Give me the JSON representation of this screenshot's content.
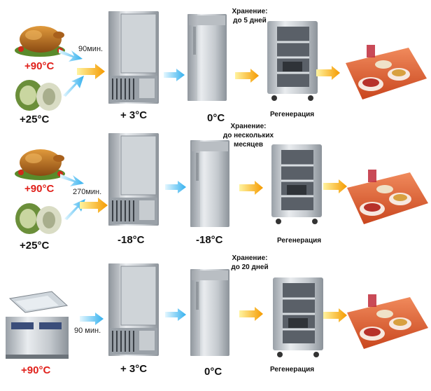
{
  "rows": [
    {
      "hot_temp": "+90°C",
      "ambient_temp": "+25°C",
      "time": "90мин.",
      "chiller_temp": "+ 3°C",
      "storage_temp": "0°C",
      "storage_note_1": "Хранение:",
      "storage_note_2": "до 5 дней",
      "storage_note_3": "",
      "regen_label": "Регенерация"
    },
    {
      "hot_temp": "+90°C",
      "ambient_temp": "+25°C",
      "time": "270мин.",
      "chiller_temp": "-18°C",
      "storage_temp": "-18°C",
      "storage_note_1": "Хранение:",
      "storage_note_2": "до нескольких",
      "storage_note_3": "месяцев",
      "regen_label": "Регенерация"
    },
    {
      "hot_temp": "+90°C",
      "ambient_temp": "",
      "time": "90 мин.",
      "chiller_temp": "+ 3°C",
      "storage_temp": "0°C",
      "storage_note_1": "Хранение:",
      "storage_note_2": "до 20 дней",
      "storage_note_3": "",
      "regen_label": "Регенерация"
    }
  ],
  "colors": {
    "hot": "#e0201a",
    "arrow_orange_start": "#ffe066",
    "arrow_orange_end": "#f59a00",
    "arrow_blue_start": "#d8f2ff",
    "arrow_blue_end": "#3cb4f0",
    "steel_light": "#dfe3e7",
    "steel_dark": "#7c848c",
    "tray": "#d9532c"
  },
  "icons": [
    "roast-chicken-icon",
    "vegetables-icon",
    "blast-chiller-icon",
    "refrigerator-icon",
    "regeneration-trolley-icon",
    "meal-tray-icon",
    "vacuum-packer-icon"
  ]
}
